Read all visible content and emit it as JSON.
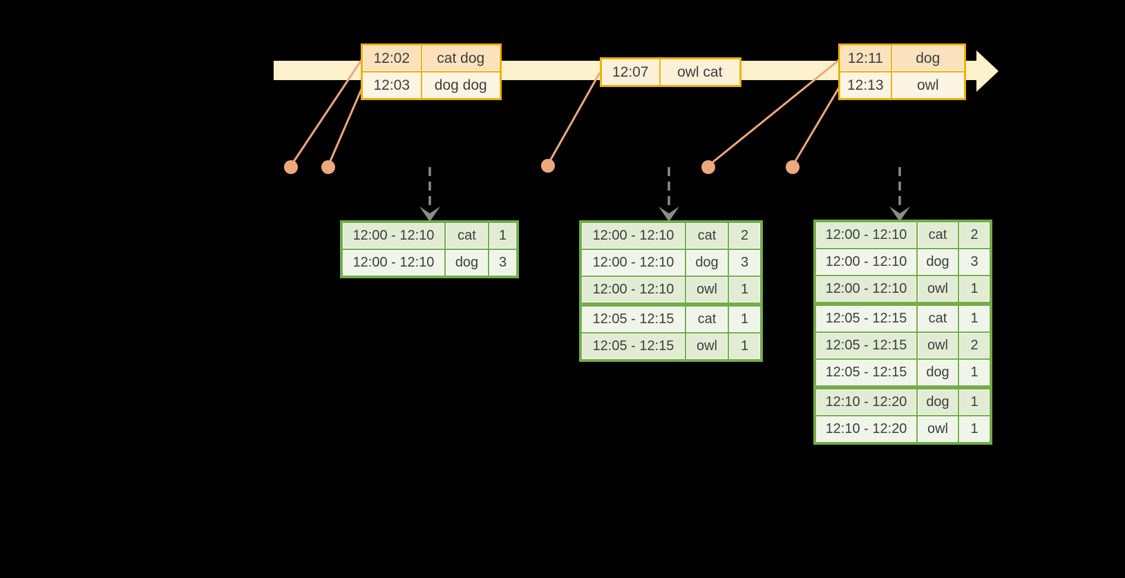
{
  "palette": {
    "background": "#000000",
    "timeline_fill": "#fdf2cb",
    "event_border": "#eeb100",
    "event_row_dark": "#fbe2bd",
    "event_row_light": "#fdf4e3",
    "event_single_fill": "#fcf0d8",
    "connector": "#eea87e",
    "trigger_arrow": "#8c8c8c",
    "result_border": "#74ad48",
    "result_row_dark": "#e2ecd5",
    "result_row_light": "#f0f5ea",
    "text": "#3e3e3e"
  },
  "icons": {
    "timeline_arrowhead": "filled-right-triangle",
    "trigger_arrow": "dashed-down-arrow-chevron",
    "event_marker": "filled-circle"
  },
  "timeline": {
    "event_groups": [
      {
        "rows": [
          [
            "12:02",
            "cat dog"
          ],
          [
            "12:03",
            "dog dog"
          ]
        ]
      },
      {
        "rows": [
          [
            "12:07",
            "owl cat"
          ]
        ]
      },
      {
        "rows": [
          [
            "12:11",
            "dog"
          ],
          [
            "12:13",
            "owl"
          ]
        ]
      }
    ]
  },
  "result_tables": [
    {
      "rows": [
        [
          "12:00 - 12:10",
          "cat",
          "1"
        ],
        [
          "12:00 - 12:10",
          "dog",
          "3"
        ]
      ]
    },
    {
      "rows": [
        [
          "12:00 - 12:10",
          "cat",
          "2"
        ],
        [
          "12:00 - 12:10",
          "dog",
          "3"
        ],
        [
          "12:00 - 12:10",
          "owl",
          "1"
        ],
        [
          "12:05 - 12:15",
          "cat",
          "1"
        ],
        [
          "12:05 - 12:15",
          "owl",
          "1"
        ]
      ]
    },
    {
      "rows": [
        [
          "12:00 - 12:10",
          "cat",
          "2"
        ],
        [
          "12:00 - 12:10",
          "dog",
          "3"
        ],
        [
          "12:00 - 12:10",
          "owl",
          "1"
        ],
        [
          "12:05 - 12:15",
          "cat",
          "1"
        ],
        [
          "12:05 - 12:15",
          "owl",
          "2"
        ],
        [
          "12:05 - 12:15",
          "dog",
          "1"
        ],
        [
          "12:10 - 12:20",
          "dog",
          "1"
        ],
        [
          "12:10 - 12:20",
          "owl",
          "1"
        ]
      ]
    }
  ]
}
